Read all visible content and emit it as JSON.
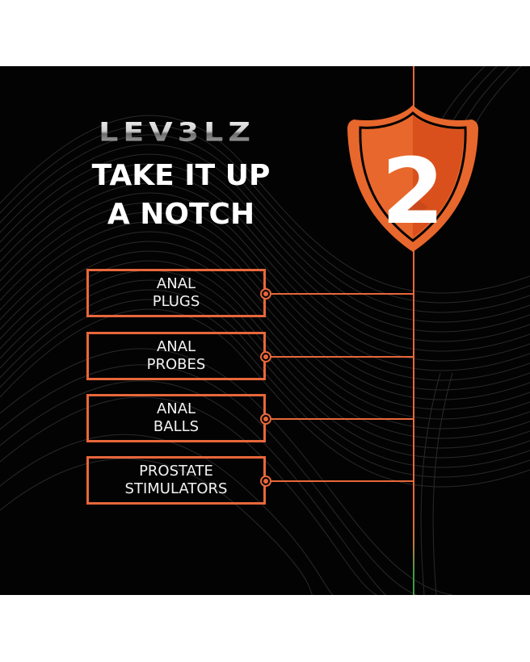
{
  "brand": {
    "logo_text": "LEV3LZ",
    "level_number": "2",
    "headline_line1": "TAKE IT UP",
    "headline_line2": "A NOTCH"
  },
  "categories": [
    {
      "line1": "ANAL",
      "line2": "PLUGS"
    },
    {
      "line1": "ANAL",
      "line2": "PROBES"
    },
    {
      "line1": "ANAL",
      "line2": "BALLS"
    },
    {
      "line1": "PROSTATE",
      "line2": "STIMULATORS"
    }
  ],
  "icons": {
    "shield": "shield-icon",
    "connector": "node-circle-icon"
  },
  "colors": {
    "background": "#030303",
    "accent_orange": "#e8673a",
    "shield_fill_left": "#e8672c",
    "shield_fill_right": "#d9501c",
    "line_bottom_green": "#3e9a45",
    "text": "#ffffff"
  }
}
